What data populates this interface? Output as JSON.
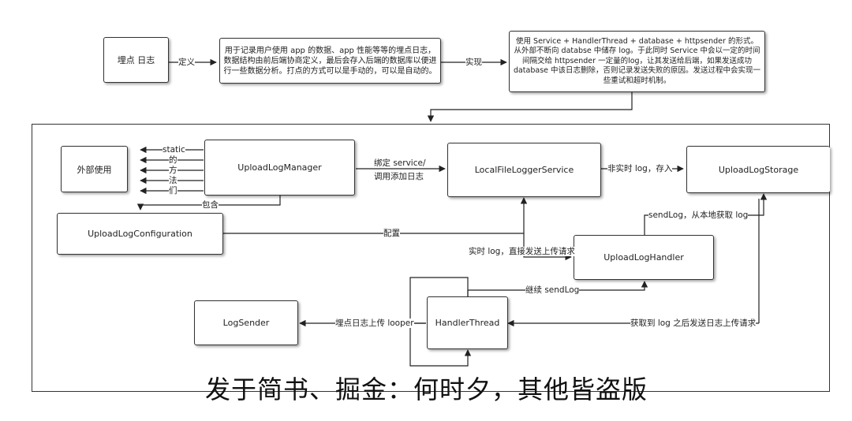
{
  "top_row": {
    "concept": "埋点 日志",
    "define_label": "定义",
    "definition": "用于记录用户使用 app 的数据、app 性能等等的埋点日志，数据结构由前后端协商定义，最后会存入后端的数据库以便进行一些数据分析。打点的方式可以是手动的，可以是自动的。",
    "implement_label": "实现",
    "implementation": "使用 Service + HandlerThread + database + httpsender 的形式。从外部不断向 databse 中储存 log。于此同时 Service 中会以一定的时间间隔交给 httpsender 一定量的log，让其发送给后端，如果发送成功 database 中该日志删除，否则记录发送失败的原因。发送过程中会实现一些重试和超时机制。"
  },
  "nodes": {
    "external": "外部使用",
    "manager": "UploadLogManager",
    "service": "LocalFileLoggerService",
    "storage": "UploadLogStorage",
    "configuration": "UploadLogConfiguration",
    "handler": "UploadLogHandler",
    "sender": "LogSender",
    "handler_thread": "HandlerThread"
  },
  "edges": {
    "static_methods": [
      "static",
      "的",
      "方",
      "法",
      "们"
    ],
    "contains": "包含",
    "bind_service": "绑定 service/",
    "bind_service_2": "调用添加日志",
    "non_realtime": "非实时 log，存入",
    "config": "配置",
    "realtime": "实时 log，直接发送上传请求",
    "sendlog_local": "sendLog，从本地获取 log",
    "continue_sendlog": "继续 sendLog",
    "send_upload": "获取到 log 之后发送日志上传请求",
    "upload_looper": "埋点日志上传 looper"
  },
  "watermark": "发于简书、掘金：何时夕，其他皆盗版"
}
